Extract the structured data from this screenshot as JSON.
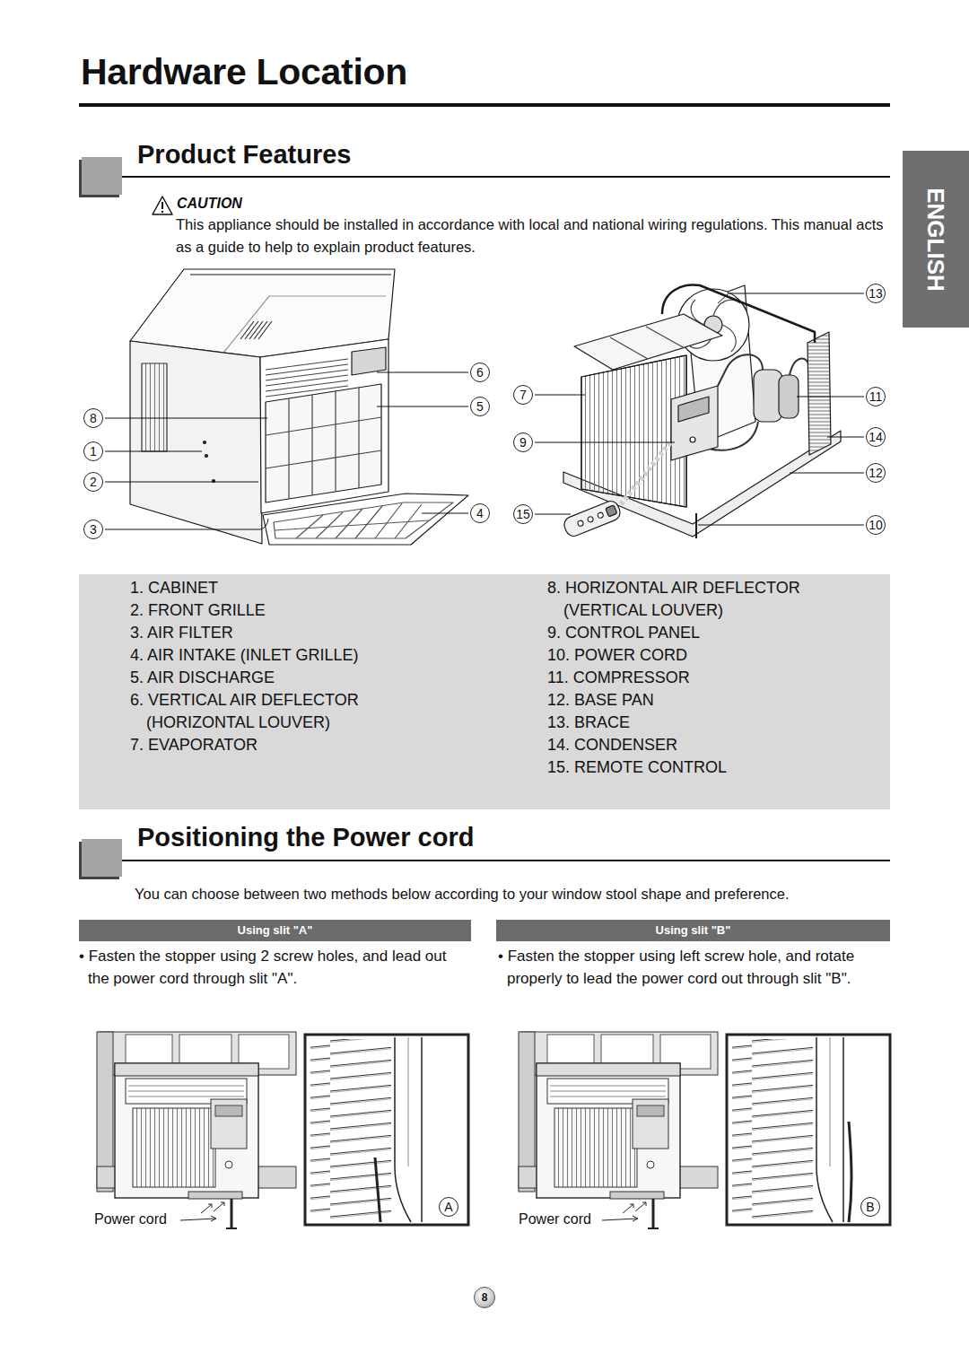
{
  "diagram": {
    "title": "Hardware Location",
    "nodes": [
      {
        "text": [
          "ENGLISH"
        ]
      },
      {
        "text": [
          "1. CABINET",
          "2. FRONT GRILLE",
          "3. AIR FILTER",
          "4. AIR INTAKE (INLET GRILLE)",
          "5. AIR DISCHARGE",
          "6. VERTICAL AIR DEFLECTOR (HORIZONTAL LOUVER)",
          "7. EVAPORATOR",
          "8. HORIZONTAL AIR DEFLECTOR (VERTICAL LOUVER)",
          "9. CONTROL PANEL",
          "10. POWER CORD",
          "11. COMPRESSOR",
          "12. BASE PAN",
          "13. BRACE",
          "14. CONDENSER",
          "15. REMOTE CONTROL"
        ]
      },
      {
        "text": [
          "Using slit \"A\""
        ]
      },
      {
        "text": [
          "Using slit \"B\""
        ]
      }
    ],
    "labels": [
      "Product Features",
      "CAUTION",
      "This appliance should be installed in accordance with local and national wiring regulations. This manual acts as a guide to help to explain product features.",
      "8",
      "1",
      "2",
      "3",
      "6",
      "5",
      "4",
      "7",
      "9",
      "15",
      "13",
      "11",
      "14",
      "12",
      "10",
      "Positioning the Power cord",
      "You can choose between two methods below according to your window stool shape and preference.",
      "• Fasten the stopper using 2 screw holes, and lead out the power cord through slit \"A\".",
      "• Fasten the stopper using left screw hole, and rotate properly to lead the power cord out through slit \"B\".",
      "A",
      "Power cord",
      "B",
      "Power cord",
      "8"
    ]
  }
}
